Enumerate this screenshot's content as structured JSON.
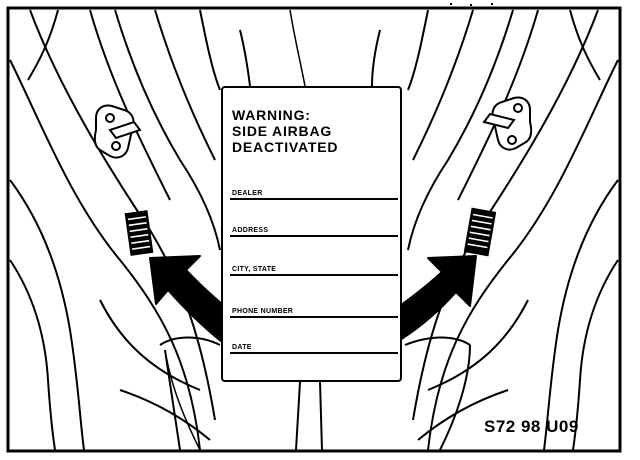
{
  "label": {
    "title_lines": [
      "WARNING:",
      "SIDE AIRBAG",
      "DEACTIVATED"
    ],
    "fields": [
      "DEALER",
      "ADDRESS",
      "CITY, STATE",
      "PHONE NUMBER",
      "DATE"
    ]
  },
  "figure_number": "S72 98 U09",
  "icons": {
    "left_arrow": "arrow-pointing-up-left-icon",
    "right_arrow": "arrow-pointing-up-right-icon",
    "left_vent": "vent-grille-icon",
    "right_vent": "vent-grille-icon",
    "left_latch": "door-striker-icon",
    "right_latch": "door-striker-icon"
  },
  "colors": {
    "ink": "#000000",
    "paper": "#ffffff"
  }
}
